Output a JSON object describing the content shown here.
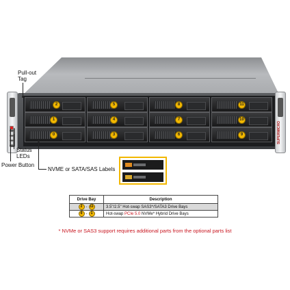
{
  "callouts": {
    "pull_out_tag": "Pull-out Tag",
    "status_leds": "Status LEDs",
    "power_button": "Power Button",
    "drive_labels": "NVME or SATA/SAS Labels"
  },
  "ear_right_text": "SUPERMICRO",
  "bays": {
    "row1": [
      "2",
      "5",
      "8",
      "11"
    ],
    "row2": [
      "1",
      "4",
      "7",
      "10"
    ],
    "row3": [
      "0",
      "3",
      "6",
      "9"
    ]
  },
  "table": {
    "headers": [
      "Drive Bay",
      "Description"
    ],
    "rows": [
      {
        "from": "2",
        "dash": "-",
        "to": "11",
        "description": "3.5\"/2.5\" Hot-swap SAS3*/SATA3 Drive  Bays"
      },
      {
        "from": "0",
        "dash": "-",
        "to": "1",
        "description_prefix": "Hot-swap ",
        "description_highlight": "PCIe 5.0",
        "description_suffix": " NVMe* Hybrid Drive  Bays"
      }
    ]
  },
  "footnote": "* NVMe or SAS3 support requires additional parts from the optional parts list",
  "colors": {
    "badge": "#f2b700",
    "highlight_red": "#c8141e",
    "label_box_border": "#f2b700",
    "row1_bg": "#d9d9d9"
  }
}
